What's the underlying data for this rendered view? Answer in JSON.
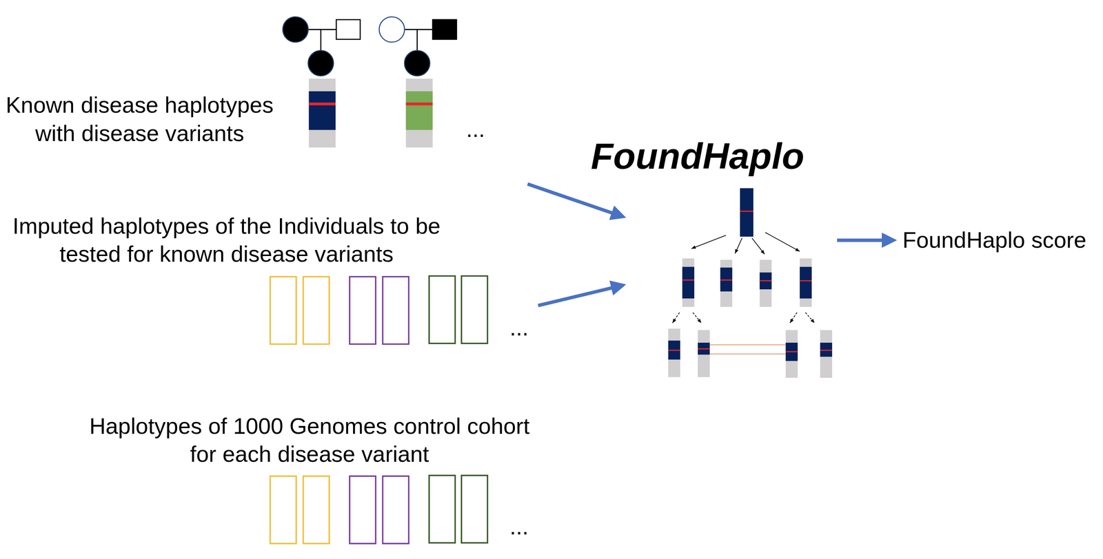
{
  "diagram": {
    "nodes": [
      {
        "text": [
          "Known disease haplotypes with disease variants"
        ]
      },
      {
        "text": [
          "Imputed haplotypes of the Individuals to be tested for known disease variants"
        ]
      },
      {
        "text": [
          "Haplotypes of 1000 Genomes control cohort for each disease variant"
        ]
      },
      {
        "text": [
          "FoundHaplo"
        ]
      },
      {
        "text": [
          "FoundHaplo score"
        ]
      }
    ],
    "edges": [
      {
        "from": 0,
        "to": 3,
        "arrow": "to"
      },
      {
        "from": 1,
        "to": 3,
        "arrow": "to"
      },
      {
        "from": 3,
        "to": 4,
        "arrow": "to"
      }
    ],
    "labels": [
      "...",
      "...",
      "..."
    ]
  }
}
